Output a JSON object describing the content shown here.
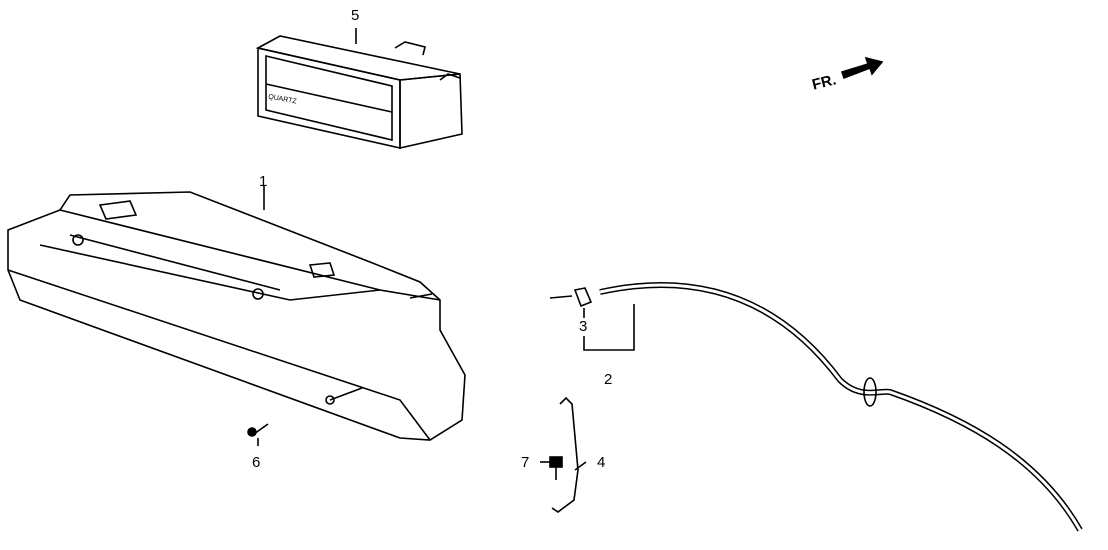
{
  "diagram": {
    "callouts": [
      {
        "id": "5",
        "part": "clock"
      },
      {
        "id": "1",
        "part": "heater-control"
      },
      {
        "id": "3",
        "part": "cable-clip"
      },
      {
        "id": "2",
        "part": "control-cable"
      },
      {
        "id": "4",
        "part": "rod"
      },
      {
        "id": "7",
        "part": "screw"
      },
      {
        "id": "6",
        "part": "tapping-screw"
      }
    ],
    "front_marker": "FR.",
    "clock_label": "QUARTZ"
  }
}
